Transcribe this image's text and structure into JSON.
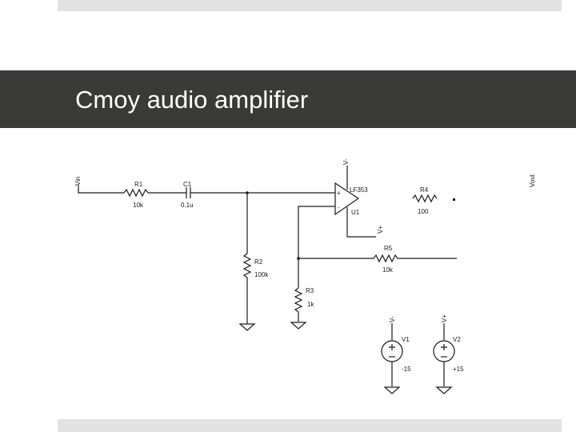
{
  "slide": {
    "title": "Cmoy audio amplifier"
  },
  "schematic": {
    "nets": {
      "vin": "Vin",
      "vout": "Vout",
      "vminus": "V-",
      "vplus": "V+",
      "v1_neg": "V-",
      "v2_pos": "V+"
    },
    "components": {
      "r1": {
        "ref": "R1",
        "value": "10k"
      },
      "c1": {
        "ref": "C1",
        "value": "0.1u"
      },
      "r2": {
        "ref": "R2",
        "value": "100k"
      },
      "r3": {
        "ref": "R3",
        "value": "1k"
      },
      "r4": {
        "ref": "R4",
        "value": "100"
      },
      "r5": {
        "ref": "R5",
        "value": "10k"
      },
      "u1": {
        "ref": "U1",
        "part": "LF353",
        "in_plus": "+",
        "in_minus": "-"
      },
      "v1": {
        "ref": "V1",
        "value": "-15"
      },
      "v2": {
        "ref": "V2",
        "value": "+15"
      }
    }
  }
}
